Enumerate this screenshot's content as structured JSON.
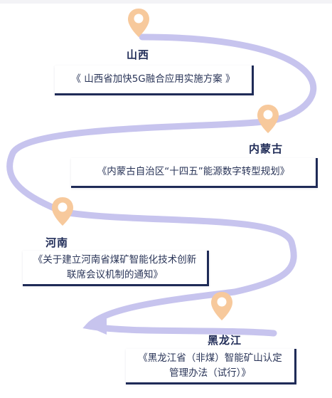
{
  "colors": {
    "road": "#c7c4ee",
    "road_edge": "#d9d6f5",
    "pin_fill": "#f7c99c",
    "pin_dot": "#ffffff",
    "text_dark": "#1f2b57",
    "card_border": "#1f2b57"
  },
  "stops": [
    {
      "region": "山西",
      "title_lines": [
        "《 山西省加快5G融合应用实施方案 》"
      ]
    },
    {
      "region": "内蒙古",
      "title_lines": [
        "《内蒙古自治区“十四五”能源数字转型规划》"
      ]
    },
    {
      "region": "河南",
      "title_lines": [
        "《关于建立河南省煤矿智能化技术创新",
        "联席会议机制的通知》"
      ]
    },
    {
      "region": "黑龙江",
      "title_lines": [
        "《黑龙江省（非煤）智能矿山认定",
        "管理办法（试行）》"
      ]
    }
  ]
}
